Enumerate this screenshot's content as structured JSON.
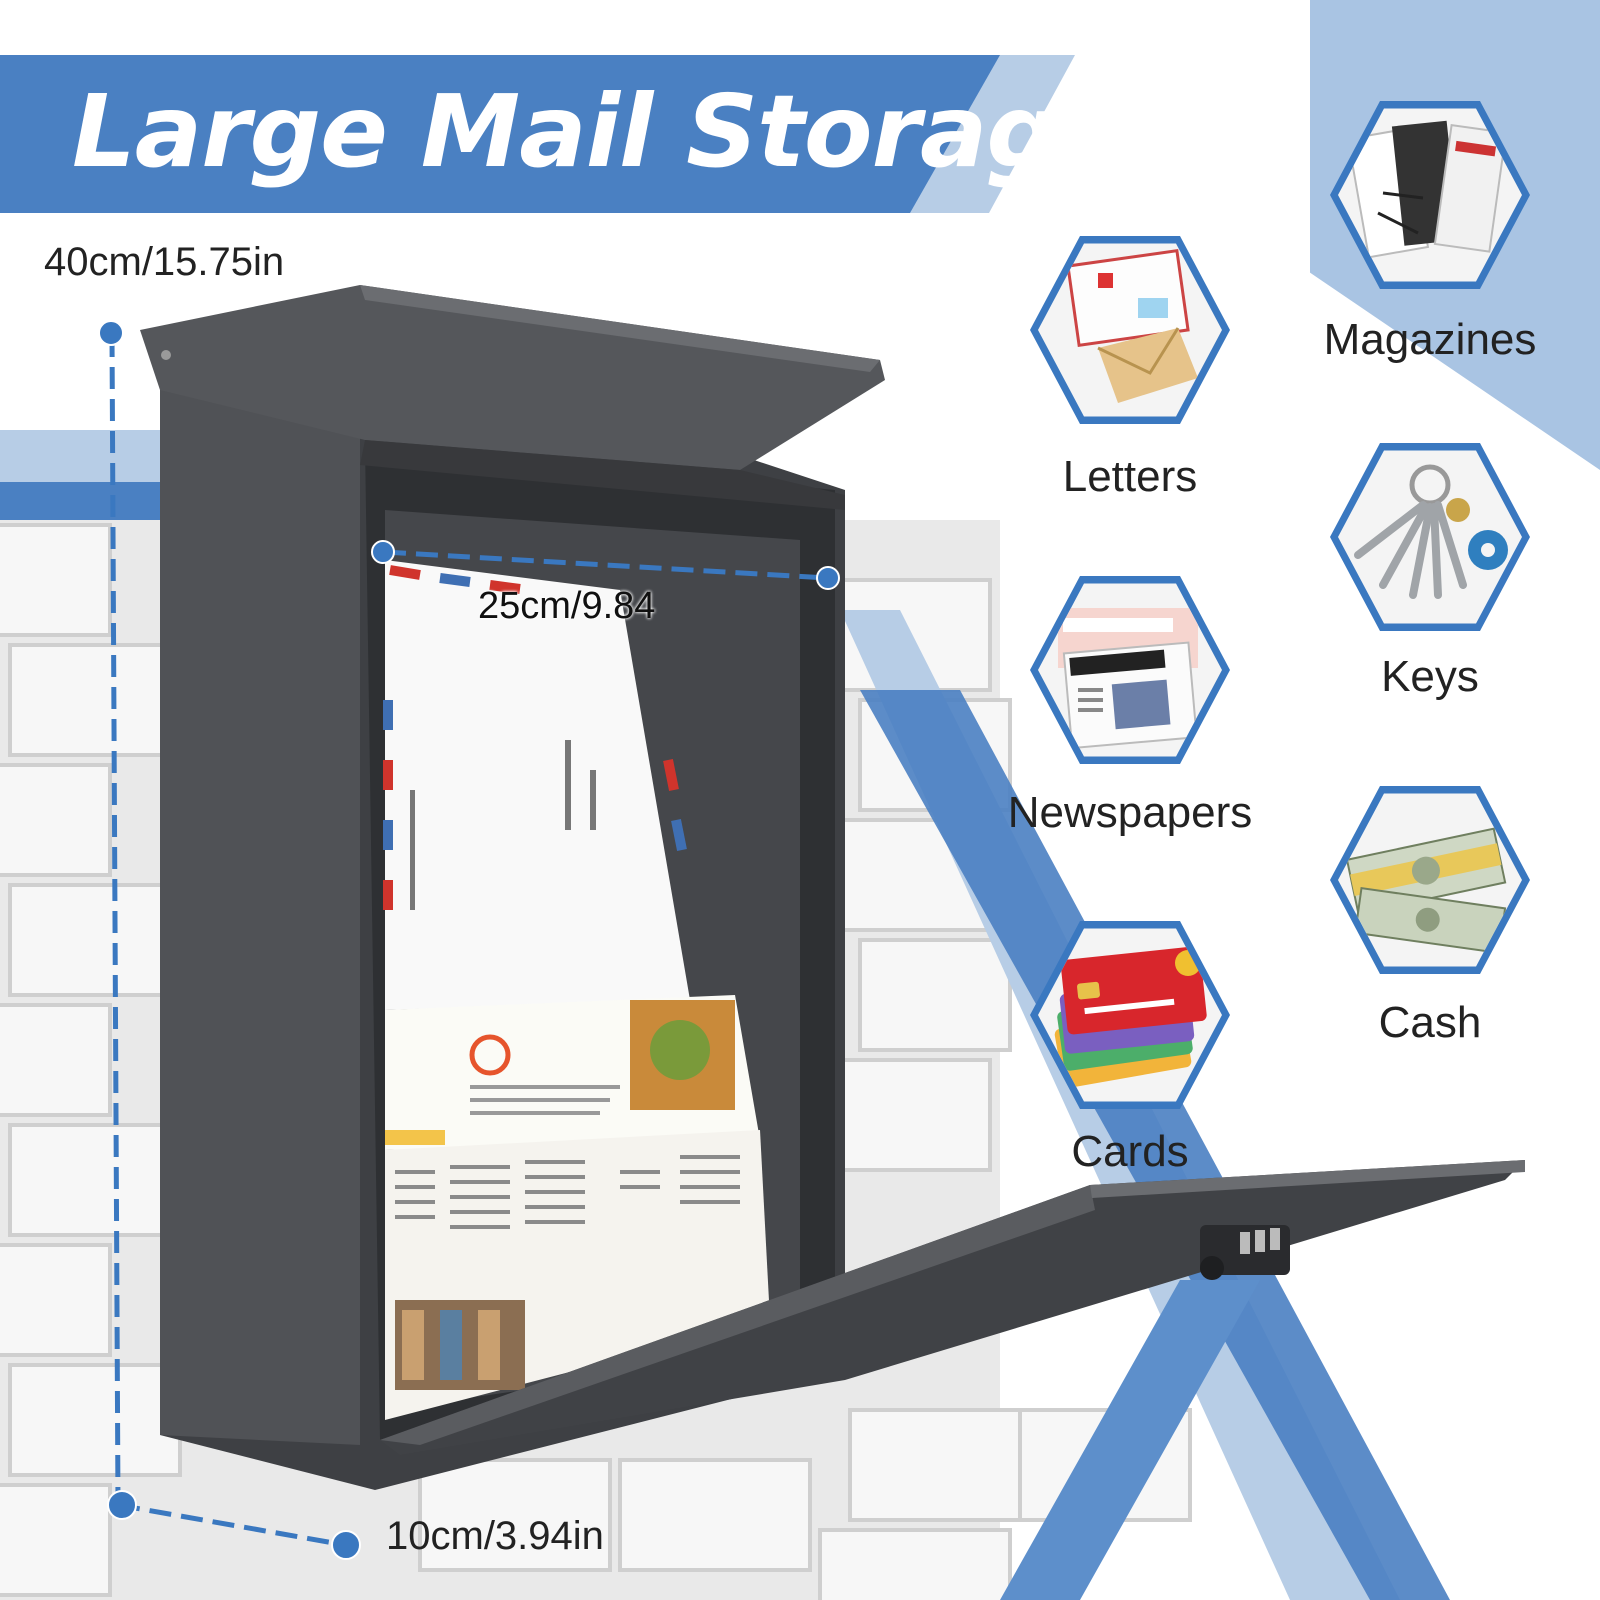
{
  "header": {
    "title": "Large Mail Storage"
  },
  "dimensions": {
    "height": "40cm/15.75in",
    "width": "25cm/9.84",
    "depth": "10cm/3.94in"
  },
  "categories": [
    {
      "label": "Letters",
      "icon": "letters-icon"
    },
    {
      "label": "Magazines",
      "icon": "magazines-icon"
    },
    {
      "label": "Keys",
      "icon": "keys-icon"
    },
    {
      "label": "Newspapers",
      "icon": "newspapers-icon"
    },
    {
      "label": "Cash",
      "icon": "cash-icon"
    },
    {
      "label": "Cards",
      "icon": "cards-icon"
    }
  ],
  "colors": {
    "banner": "#4a80c2",
    "banner_light": "#b7cde6",
    "accent": "#3a78c0",
    "mailbox": "#4a4c50"
  }
}
